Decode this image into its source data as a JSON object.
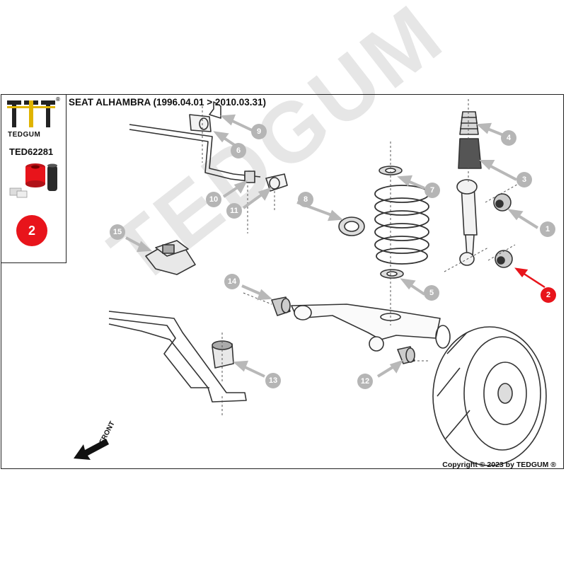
{
  "header": {
    "title": "SEAT ALHAMBRA (1996.04.01 > 2010.03.31)",
    "brand": "TEDGUM",
    "registered_mark": "®",
    "part_number": "TED62281"
  },
  "footer": {
    "copyright": "Copyright © 2023 by TEDGUM ®"
  },
  "watermark": "TEDGUM",
  "front_label": "FRONT",
  "highlight_color": "#e8141b",
  "callouts": [
    {
      "id": "callout-1",
      "label": "1",
      "active": false
    },
    {
      "id": "callout-2",
      "label": "2",
      "active": true
    },
    {
      "id": "callout-3",
      "label": "3",
      "active": false
    },
    {
      "id": "callout-4",
      "label": "4",
      "active": false
    },
    {
      "id": "callout-5",
      "label": "5",
      "active": false
    },
    {
      "id": "callout-6",
      "label": "6",
      "active": false
    },
    {
      "id": "callout-7",
      "label": "7",
      "active": false
    },
    {
      "id": "callout-8",
      "label": "8",
      "active": false
    },
    {
      "id": "callout-9",
      "label": "9",
      "active": false
    },
    {
      "id": "callout-10",
      "label": "10",
      "active": false
    },
    {
      "id": "callout-11",
      "label": "11",
      "active": false
    },
    {
      "id": "callout-12",
      "label": "12",
      "active": false
    },
    {
      "id": "callout-13",
      "label": "13",
      "active": false
    },
    {
      "id": "callout-14",
      "label": "14",
      "active": false
    },
    {
      "id": "callout-15",
      "label": "15",
      "active": false
    }
  ],
  "panel_badge": {
    "label": "2"
  }
}
